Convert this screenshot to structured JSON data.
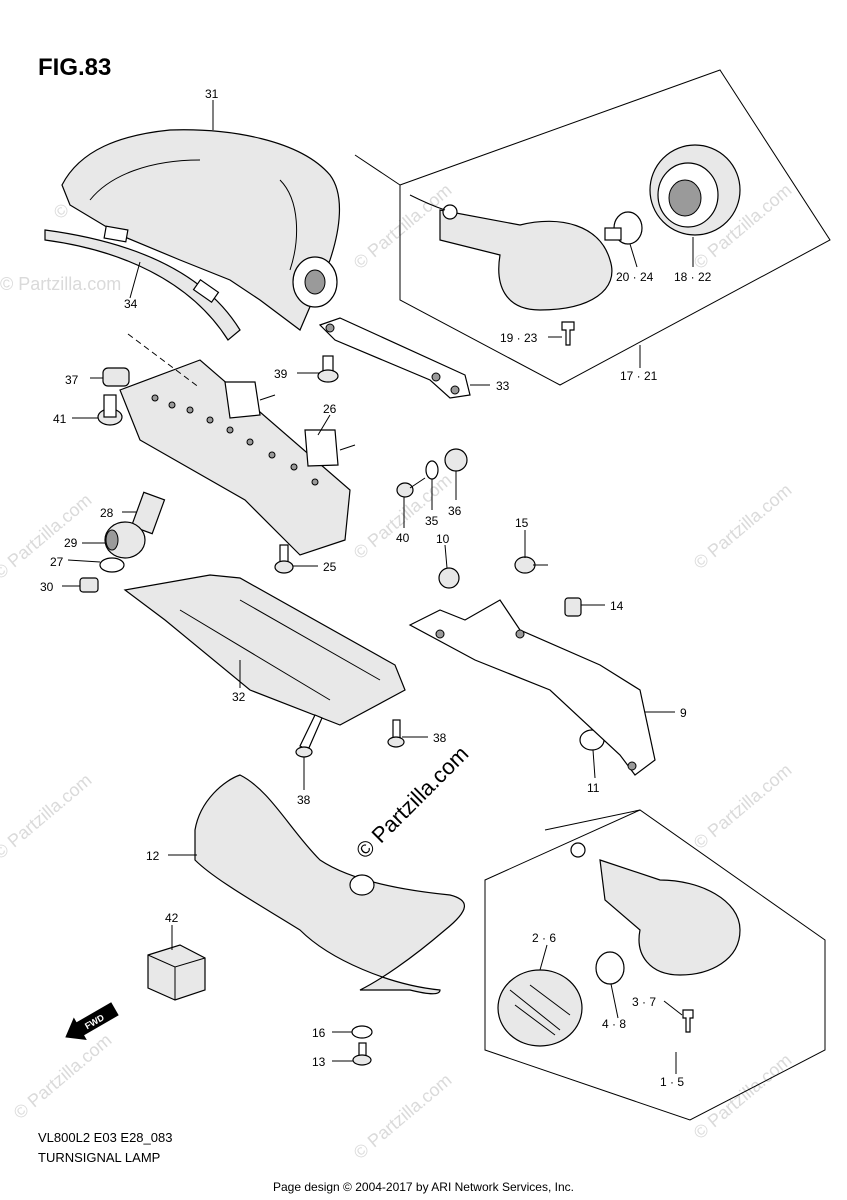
{
  "figure": {
    "title": "FIG.83",
    "model_code": "VL800L2 E03 E28_083",
    "name": "TURNSIGNAL LAMP",
    "footer": "Page design © 2004-2017 by ARI Network Services, Inc.",
    "watermark": "© Partzilla.com",
    "center_watermark": "© Partzilla.com"
  },
  "callouts": {
    "c31": "31",
    "c34": "34",
    "c37": "37",
    "c41": "41",
    "c39": "39",
    "c26": "26",
    "c33": "33",
    "c28": "28",
    "c29": "29",
    "c27": "27",
    "c30": "30",
    "c25": "25",
    "c40": "40",
    "c35": "35",
    "c36": "36",
    "c10": "10",
    "c15": "15",
    "c14": "14",
    "c9": "9",
    "c11": "11",
    "c32": "32",
    "c38a": "38",
    "c38b": "38",
    "c12": "12",
    "c42": "42",
    "c16": "16",
    "c13": "13",
    "c18_22": "18 · 22",
    "c20_24": "20 · 24",
    "c19_23": "19 · 23",
    "c17_21": "17 · 21",
    "c2_6": "2 · 6",
    "c3_7": "3 · 7",
    "c4_8": "4 · 8",
    "c1_5": "1 · 5"
  },
  "fwd_label": "FWD",
  "icons": [
    "fwd-arrow-icon"
  ]
}
